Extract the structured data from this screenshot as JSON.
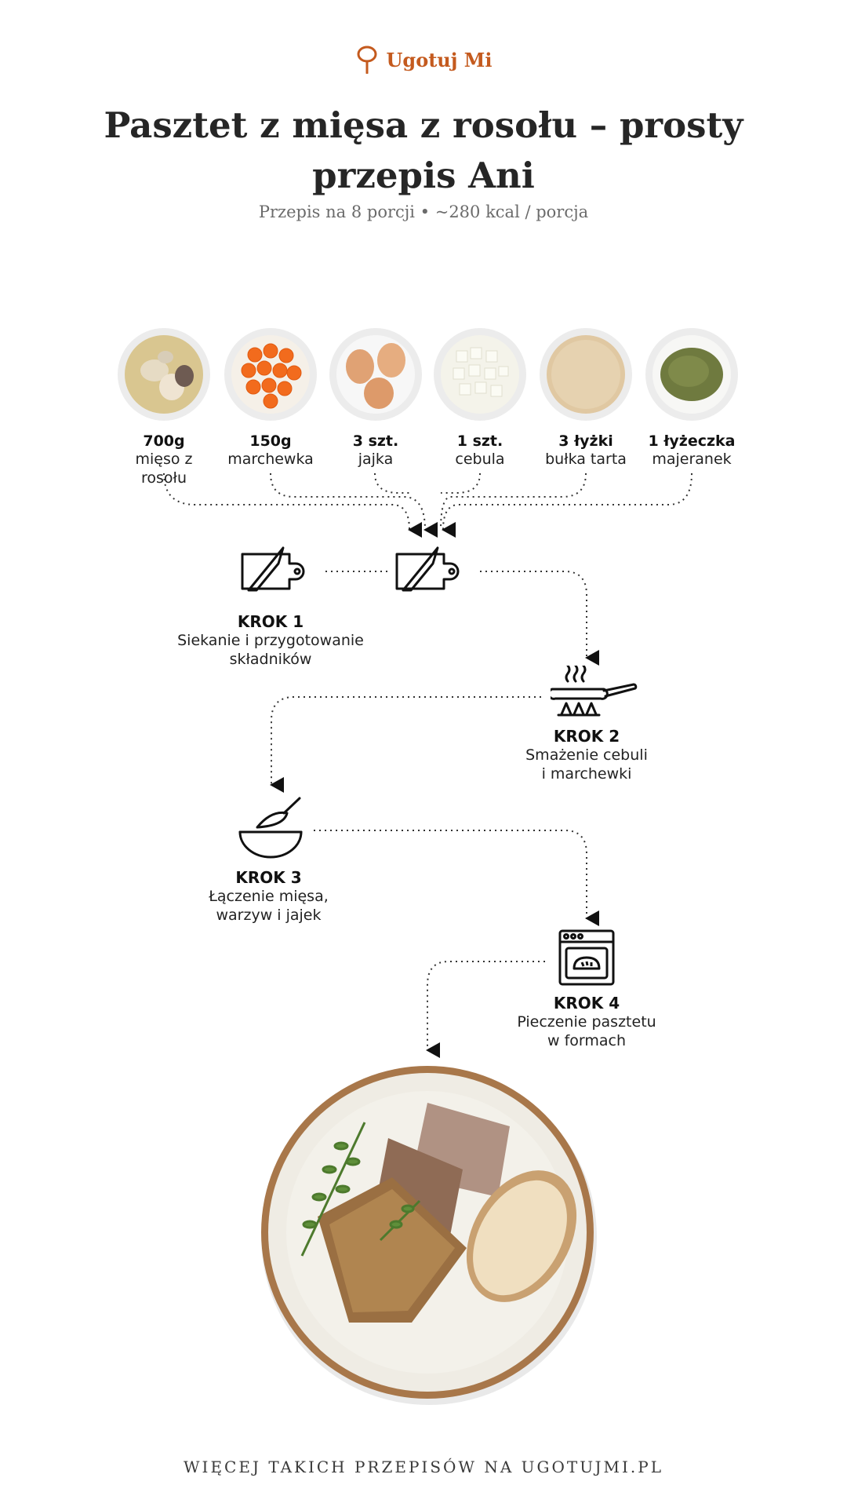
{
  "brand": {
    "name": "Ugotuj Mi",
    "accent": "#c45a1e"
  },
  "title": "Pasztet z mięsa z rosołu – prosty przepis Ani",
  "subtitle": "Przepis na 8 porcji • ~280 kcal / porcja",
  "ingredients": [
    {
      "qty": "700g",
      "name": "mięso z rosołu"
    },
    {
      "qty": "150g",
      "name": "marchewka"
    },
    {
      "qty": "3 szt.",
      "name": "jajka"
    },
    {
      "qty": "1 szt.",
      "name": "cebula"
    },
    {
      "qty": "3 łyżki",
      "name": "bułka tarta"
    },
    {
      "qty": "1 łyżeczka",
      "name": "majeranek"
    }
  ],
  "steps": [
    {
      "label": "KROK 1",
      "desc1": "Siekanie i przygotowanie",
      "desc2": "składników",
      "icon": "cutting-board-knife-icon"
    },
    {
      "label": "KROK 2",
      "desc1": "Smażenie cebuli",
      "desc2": "i marchewki",
      "icon": "frying-pan-icon"
    },
    {
      "label": "KROK 3",
      "desc1": "Łączenie mięsa,",
      "desc2": "warzyw i jajek",
      "icon": "whisk-bowl-icon"
    },
    {
      "label": "KROK 4",
      "desc1": "Pieczenie pasztetu",
      "desc2": "w formach",
      "icon": "oven-icon"
    }
  ],
  "footer": "WIĘCEJ TAKICH PRZEPISÓW NA UGOTUJMI.PL"
}
